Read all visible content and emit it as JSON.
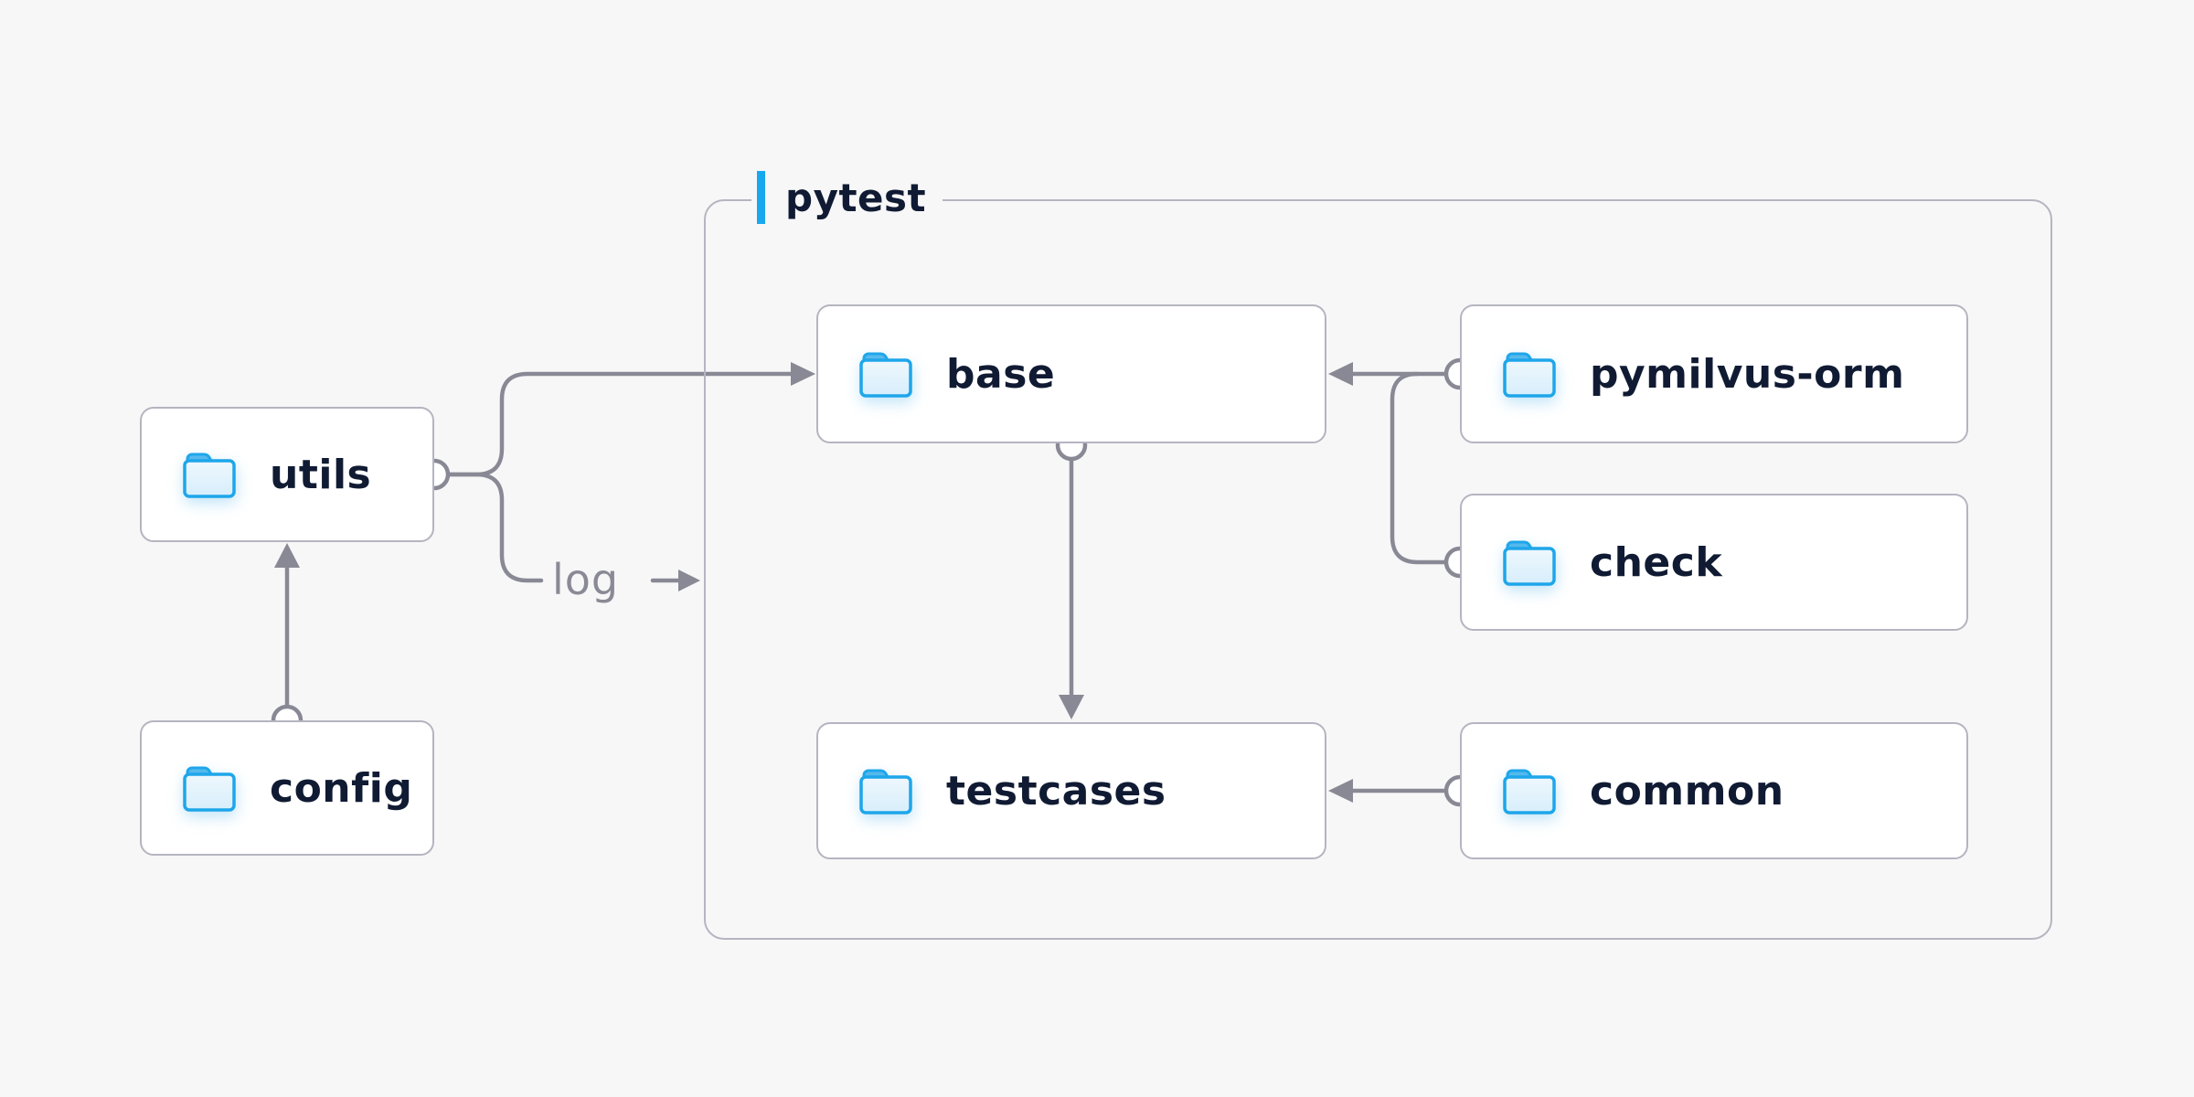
{
  "diagram_title": "",
  "container": {
    "label": "pytest"
  },
  "nodes": [
    {
      "id": "utils",
      "label": "utils",
      "inside_pytest": false
    },
    {
      "id": "config",
      "label": "config",
      "inside_pytest": false
    },
    {
      "id": "base",
      "label": "base",
      "inside_pytest": true
    },
    {
      "id": "pymilvus-orm",
      "label": "pymilvus-orm",
      "inside_pytest": true
    },
    {
      "id": "check",
      "label": "check",
      "inside_pytest": true
    },
    {
      "id": "testcases",
      "label": "testcases",
      "inside_pytest": true
    },
    {
      "id": "common",
      "label": "common",
      "inside_pytest": true
    }
  ],
  "edges": [
    {
      "from": "config",
      "to": "utils",
      "label": ""
    },
    {
      "from": "utils",
      "to": "base",
      "label": ""
    },
    {
      "from": "utils",
      "to": "pytest",
      "label": "log"
    },
    {
      "from": "pymilvus-orm",
      "to": "base",
      "label": ""
    },
    {
      "from": "check",
      "to": "base",
      "label": ""
    },
    {
      "from": "base",
      "to": "testcases",
      "label": ""
    },
    {
      "from": "common",
      "to": "testcases",
      "label": ""
    }
  ],
  "icons": [
    {
      "name": "folder-icon",
      "meaning": "directory / folder"
    }
  ],
  "colors": {
    "background": "#f7f7f8",
    "node_background": "#ffffff",
    "node_border": "#b5b5c1",
    "group_border": "#b5b5c1",
    "connector": "#898995",
    "accent_blue": "#18a8ee",
    "folder_stroke": "#1ea6ea",
    "folder_fill_top": "#eef7fd",
    "folder_fill_bottom": "#d7eefb",
    "folder_tab": "#55b9ed",
    "text": "#101b33",
    "muted_text": "#8a8a96"
  }
}
